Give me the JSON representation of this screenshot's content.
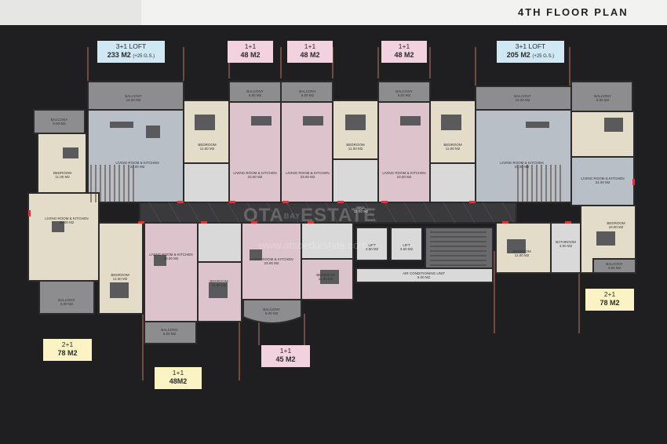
{
  "title": "4TH FLOOR PLAN",
  "colors": {
    "background": "#1f1f21",
    "living_room": "#b9bfc6",
    "bedroom": "#e2dcc9",
    "pink_unit": "#dcc3cc",
    "balcony": "#8d8d8f",
    "corridor": "#3a3a3c",
    "wall": "#2b2b2b",
    "guide_line": "#8a5a4a"
  },
  "unit_tags": [
    {
      "line1": "3+1 LOFT",
      "line2": "233 M2",
      "note": "(+25 G.S.)",
      "color": "blue"
    },
    {
      "line1": "1+1",
      "line2": "48 M2",
      "note": "",
      "color": "pink"
    },
    {
      "line1": "1+1",
      "line2": "48 M2",
      "note": "",
      "color": "pink"
    },
    {
      "line1": "1+1",
      "line2": "48 M2",
      "note": "",
      "color": "pink"
    },
    {
      "line1": "3+1 LOFT",
      "line2": "205 M2",
      "note": "(+25 G.S.)",
      "color": "blue"
    },
    {
      "line1": "2+1",
      "line2": "78 M2",
      "note": "",
      "color": "yellow"
    },
    {
      "line1": "1+1",
      "line2": "48M2",
      "note": "",
      "color": "yellow"
    },
    {
      "line1": "1+1",
      "line2": "45 M2",
      "note": "",
      "color": "pink"
    },
    {
      "line1": "2+1",
      "line2": "78 M2",
      "note": "",
      "color": "yellow"
    }
  ],
  "rooms": [
    {
      "name": "BALCONY",
      "area": "6.00 M2"
    },
    {
      "name": "BALCONY",
      "area": "10.00 M2"
    },
    {
      "name": "BALCONY",
      "area": "6.00 M2"
    },
    {
      "name": "BALCONY",
      "area": "6.00 M2"
    },
    {
      "name": "BALCONY",
      "area": "6.00 M2"
    },
    {
      "name": "BALCONY",
      "area": "10.00 M2"
    },
    {
      "name": "BALCONY",
      "area": "6.00 M2"
    },
    {
      "name": "BEDROOM",
      "area": "11.00 M2"
    },
    {
      "name": "LIVING ROOM & KITCHEN",
      "area": "33.00 M2"
    },
    {
      "name": "BEDROOM",
      "area": "11.00 M2"
    },
    {
      "name": "LIVING ROOM & KITCHEN",
      "area": "23.00 M2"
    },
    {
      "name": "LIVING ROOM & KITCHEN",
      "area": "23.00 M2"
    },
    {
      "name": "BEDROOM",
      "area": "11.00 M2"
    },
    {
      "name": "LIVING ROOM & KITCHEN",
      "area": "23.00 M2"
    },
    {
      "name": "BEDROOM",
      "area": "11.00 M2"
    },
    {
      "name": "LIVING ROOM & KITCHEN",
      "area": "33.00 M2"
    },
    {
      "name": "LIVING ROOM & KITCHEN",
      "area": "31.00 M2"
    },
    {
      "name": "BEDROOM",
      "area": "10.00 M2"
    },
    {
      "name": "LIVING ROOM & KITCHEN",
      "area": "26.00 M2"
    },
    {
      "name": "BEDROOM",
      "area": "11.00 M2"
    },
    {
      "name": "LIVING ROOM & KITCHEN",
      "area": "23.00 M2"
    },
    {
      "name": "BEDROOM",
      "area": "11.00 M2"
    },
    {
      "name": "LIVING ROOM & KITCHEN",
      "area": "23.00 M2"
    },
    {
      "name": "BEDROOM",
      "area": "11.00 M2"
    },
    {
      "name": "BEDROOM",
      "area": "11.00 M2"
    },
    {
      "name": "BATHROOM",
      "area": "4.00 M2"
    },
    {
      "name": "BALCONY",
      "area": "6.00 M2"
    },
    {
      "name": "BALCONY",
      "area": "6.00 M2"
    },
    {
      "name": "BALCONY",
      "area": "6.00 M2"
    },
    {
      "name": "BALCONY",
      "area": "4.00 M2"
    }
  ],
  "corridor": {
    "name": "HALL",
    "area": "31.50 M2"
  },
  "lifts": [
    {
      "name": "LIFT",
      "area": "4.50 M2"
    },
    {
      "name": "LIFT",
      "area": "4.50 M2"
    }
  ],
  "ac_unit": {
    "name": "AIR CONDITIONING UNIT",
    "area": "5.00 M2"
  },
  "watermark": {
    "brand_left": "OTA",
    "brand_mid": "BAY",
    "brand_right": "ESTATE",
    "url": "www.otaberkestate.com"
  }
}
